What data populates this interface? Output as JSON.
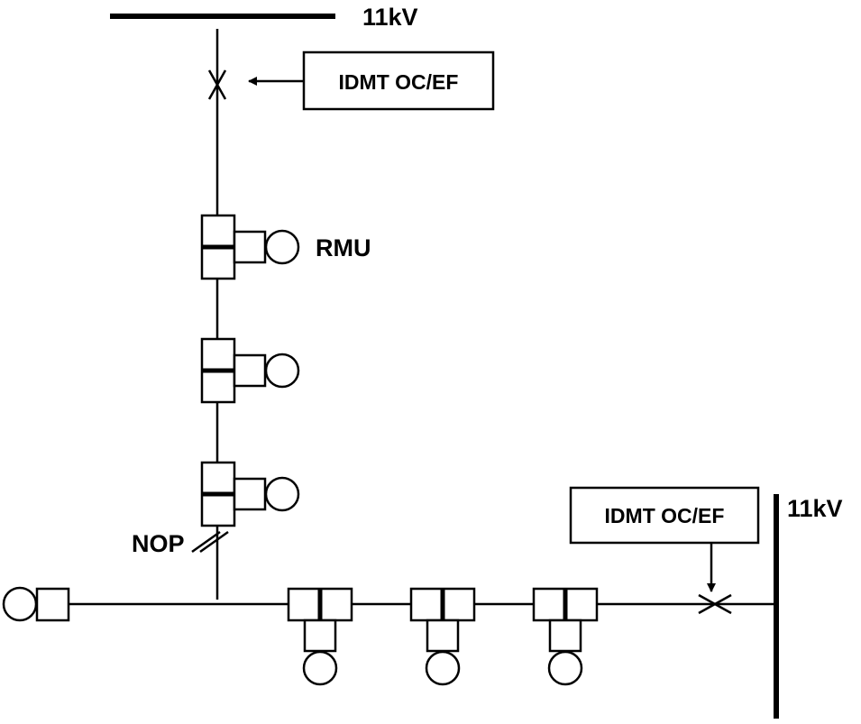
{
  "labels": {
    "bus_top": "11kV",
    "bus_right": "11kV",
    "relay_top": "IDMT OC/EF",
    "relay_right": "IDMT OC/EF",
    "rmu": "RMU",
    "nop": "NOP"
  }
}
